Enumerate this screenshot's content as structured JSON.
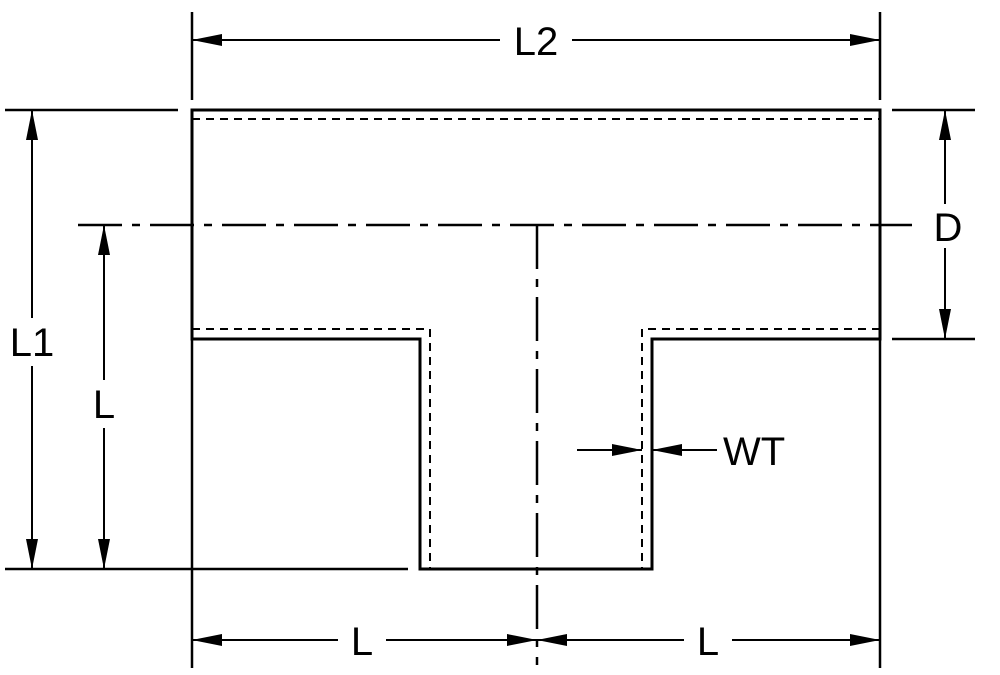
{
  "labels": {
    "l2": "L2",
    "l1": "L1",
    "d": "D",
    "l_vertical": "L",
    "wt": "WT",
    "l_bottom_left": "L",
    "l_bottom_right": "L"
  }
}
